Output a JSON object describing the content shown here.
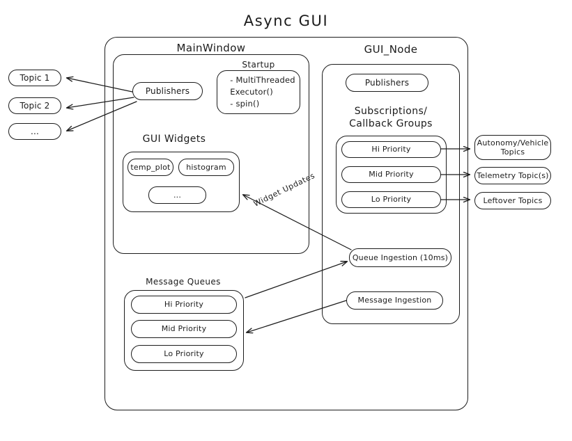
{
  "title": "Async  GUI",
  "external_topics": [
    {
      "label": "Topic 1"
    },
    {
      "label": "Topic 2"
    },
    {
      "label": "..."
    }
  ],
  "outer_container": {
    "name": "async-gui-container"
  },
  "main_window": {
    "heading": "MainWindow",
    "publishers": "Publishers",
    "startup": {
      "heading": "Startup",
      "items": "-  MultiThreaded\n    Executor()\n-  spin()"
    },
    "gui_widgets": {
      "heading": "GUI Widgets",
      "widgets": [
        {
          "label": "temp_plot"
        },
        {
          "label": "histogram"
        },
        {
          "label": "..."
        }
      ]
    }
  },
  "message_queues": {
    "heading": "Message Queues",
    "queues": [
      {
        "label": "Hi Priority"
      },
      {
        "label": "Mid Priority"
      },
      {
        "label": "Lo Priority"
      }
    ]
  },
  "gui_node": {
    "heading": "GUI_Node",
    "publishers": "Publishers",
    "subscriptions": {
      "heading": "Subscriptions/\nCallback Groups",
      "groups": [
        {
          "label": "Hi Priority"
        },
        {
          "label": "Mid Priority"
        },
        {
          "label": "Lo Priority"
        }
      ]
    },
    "queue_ingestion": "Queue Ingestion (10ms)",
    "message_ingestion": "Message Ingestion"
  },
  "right_topics": [
    {
      "label": "Autonomy/Vehicle\nTopics"
    },
    {
      "label": "Telemetry Topic(s)"
    },
    {
      "label": "Leftover Topics"
    }
  ],
  "edge_labels": {
    "widget_updates": "Widget Updates"
  },
  "colors": {
    "stroke": "#1b1b1b",
    "background": "#ffffff"
  }
}
